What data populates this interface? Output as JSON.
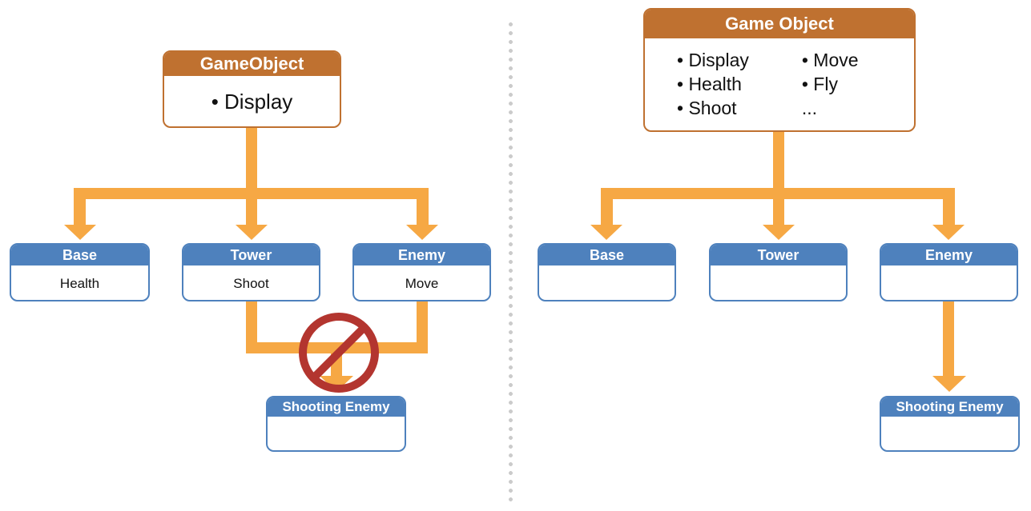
{
  "colors": {
    "orange_header": "#BF7130",
    "orange_border": "#BF7130",
    "blue_header": "#4E81BD",
    "blue_border": "#4E81BD",
    "arrow_orange": "#F6A844",
    "prohibition_red": "#B3352F",
    "divider_dot": "#CBCBCB",
    "header_text": "#FFFFFF",
    "body_text": "#111111"
  },
  "icons": {
    "prohibition": "no-entry-icon"
  },
  "left_diagram": {
    "root": {
      "title": "GameObject",
      "items": [
        "• Display"
      ]
    },
    "children": [
      {
        "title": "Base",
        "body": "Health"
      },
      {
        "title": "Tower",
        "body": "Shoot"
      },
      {
        "title": "Enemy",
        "body": "Move"
      }
    ],
    "blocked_child": {
      "title": "Shooting Enemy",
      "body": ""
    }
  },
  "right_diagram": {
    "root": {
      "title": "Game Object",
      "items_col1": [
        "• Display",
        "• Health",
        "• Shoot"
      ],
      "items_col2": [
        "• Move",
        "• Fly",
        "..."
      ]
    },
    "children": [
      {
        "title": "Base",
        "body": ""
      },
      {
        "title": "Tower",
        "body": ""
      },
      {
        "title": "Enemy",
        "body": ""
      }
    ],
    "grandchild": {
      "title": "Shooting Enemy",
      "body": ""
    }
  }
}
